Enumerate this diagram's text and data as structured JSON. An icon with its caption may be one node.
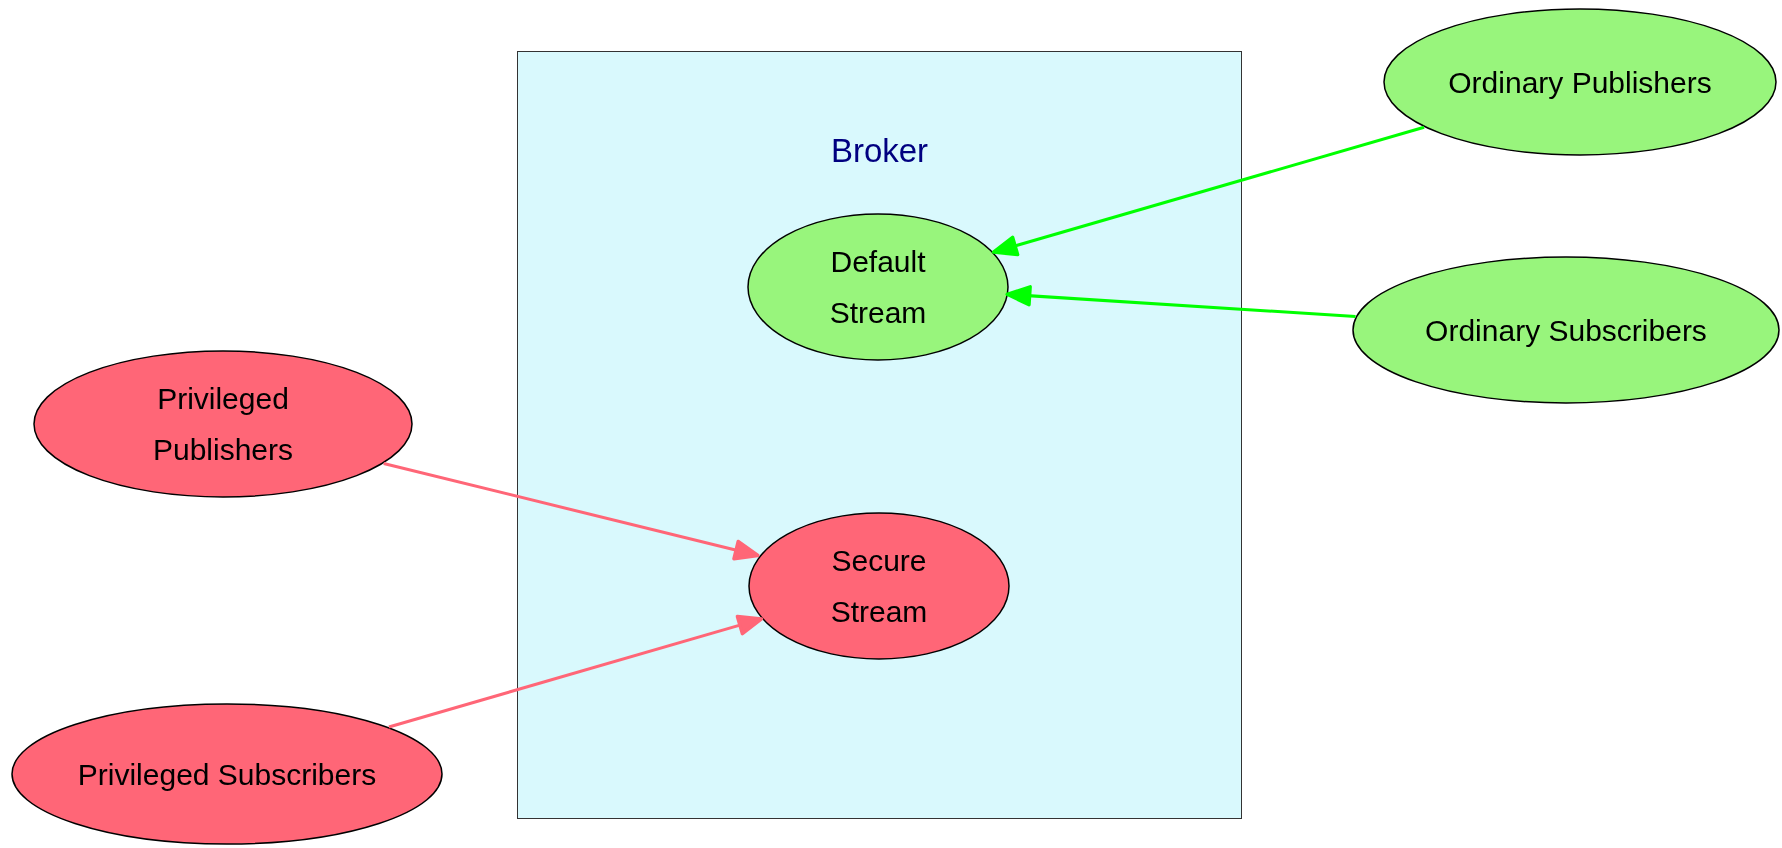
{
  "diagram": {
    "nodes": [
      {
        "text": [
          "Broker"
        ]
      },
      {
        "text": [
          "Default Stream"
        ],
        "in": 0
      },
      {
        "text": [
          "Secure Stream"
        ],
        "in": 0
      },
      {
        "text": [
          "Ordinary Publishers"
        ]
      },
      {
        "text": [
          "Ordinary Subscribers"
        ]
      },
      {
        "text": [
          "Privileged Publishers"
        ]
      },
      {
        "text": [
          "Privileged Subscribers"
        ]
      }
    ],
    "edges": [
      {
        "from": 3,
        "to": 1,
        "arrow": "to",
        "color": "#00ff00"
      },
      {
        "from": 4,
        "to": 1,
        "arrow": "to",
        "color": "#00ff00"
      },
      {
        "from": 5,
        "to": 2,
        "arrow": "to",
        "color": "#ff6677"
      },
      {
        "from": 6,
        "to": 2,
        "arrow": "to",
        "color": "#ff6677"
      }
    ]
  }
}
